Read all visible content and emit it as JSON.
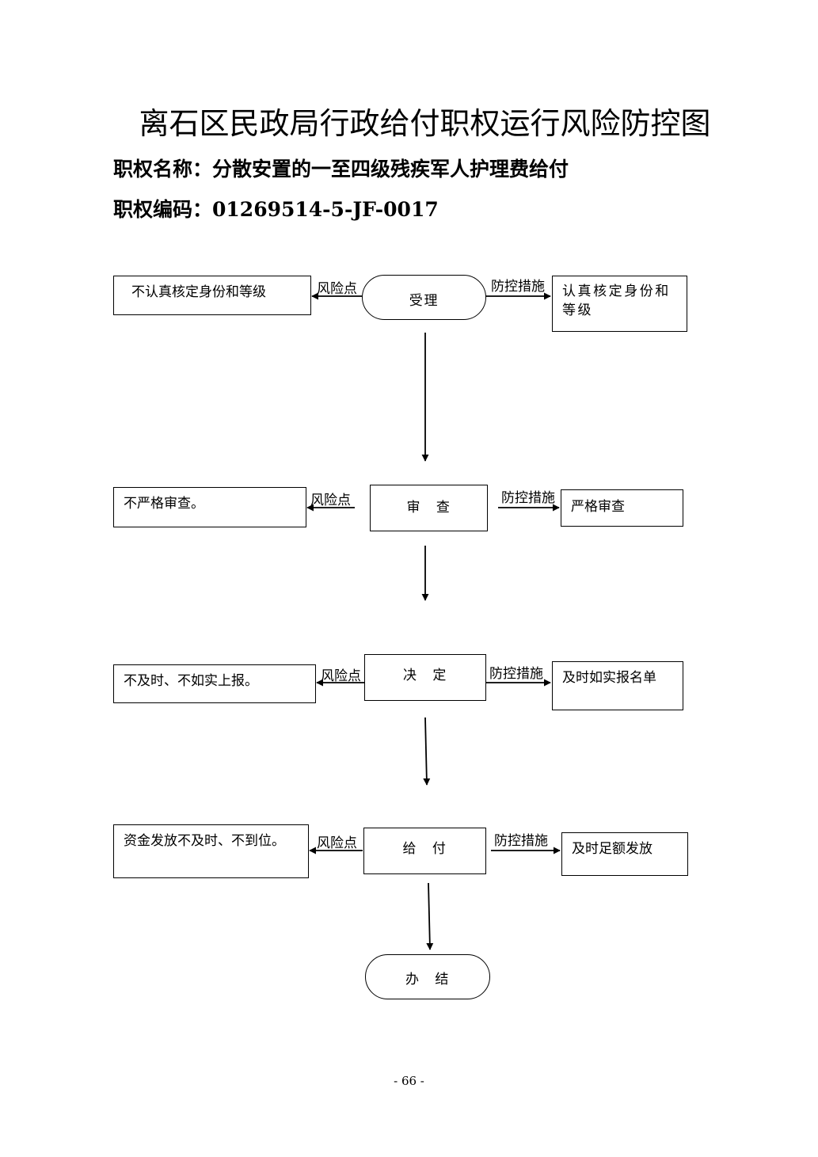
{
  "title": "离石区民政局行政给付职权运行风险防控图",
  "authority_name": {
    "label": "职权名称：",
    "value": "分散安置的一至四级残疾军人护理费给付"
  },
  "authority_code": {
    "label": "职权编码：",
    "value": "01269514-5-JF-0017"
  },
  "edge_labels": {
    "risk": "风险点",
    "control": "防控措施"
  },
  "steps": [
    {
      "id": "acceptance",
      "label": "受理",
      "risk": "不认真核定身份和等级",
      "control": "认真核定身份和等级"
    },
    {
      "id": "review",
      "label": "审　查",
      "risk": "不严格审查。",
      "control": "严格审查"
    },
    {
      "id": "decision",
      "label": "决　定",
      "risk": "不及时、不如实上报。",
      "control": "及时如实报名单"
    },
    {
      "id": "payment",
      "label": "给　付",
      "risk": "资金发放不及时、不到位。",
      "control": "及时足额发放"
    }
  ],
  "end": {
    "label": "办　结"
  },
  "page_number": "- 66 -"
}
